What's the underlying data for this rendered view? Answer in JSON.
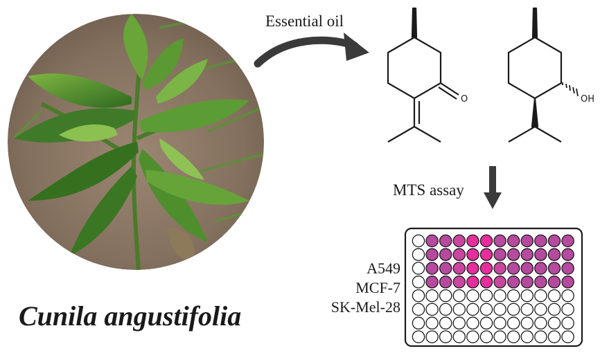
{
  "plant_photo": {
    "name": "Cunila angustifolia"
  },
  "labels": {
    "essential_oil": "Essential oil",
    "mts_assay": "MTS assay",
    "oxygen": "O",
    "hydroxyl": "OH"
  },
  "cell_lines": [
    "A549",
    "MCF-7",
    "SK-Mel-28"
  ],
  "well_plate": {
    "rows": 8,
    "cols": 12,
    "colored_rows": [
      0,
      1,
      2,
      3
    ],
    "colored_cols": [
      1,
      2,
      3,
      4,
      5,
      6,
      7,
      8,
      9,
      10,
      11
    ],
    "palette": {
      "dark": "#b54a9e",
      "medium": "#c9479f",
      "bright": "#e62e9c",
      "empty": "#ffffff"
    },
    "intensity": [
      [
        "empty",
        "dark",
        "dark",
        "medium",
        "bright",
        "bright",
        "dark",
        "dark",
        "dark",
        "dark",
        "dark",
        "dark"
      ],
      [
        "empty",
        "dark",
        "dark",
        "medium",
        "bright",
        "bright",
        "dark",
        "dark",
        "dark",
        "dark",
        "dark",
        "dark"
      ],
      [
        "empty",
        "dark",
        "dark",
        "medium",
        "bright",
        "bright",
        "medium",
        "dark",
        "dark",
        "dark",
        "dark",
        "dark"
      ],
      [
        "empty",
        "dark",
        "dark",
        "medium",
        "bright",
        "bright",
        "medium",
        "dark",
        "dark",
        "dark",
        "dark",
        "dark"
      ]
    ]
  },
  "colors": {
    "arrow": "#3a3a3a",
    "ink": "#1a1a1a",
    "leaf_dark": "#2f5e1e",
    "leaf_light": "#6fa83a",
    "soil": "#8a7663"
  }
}
